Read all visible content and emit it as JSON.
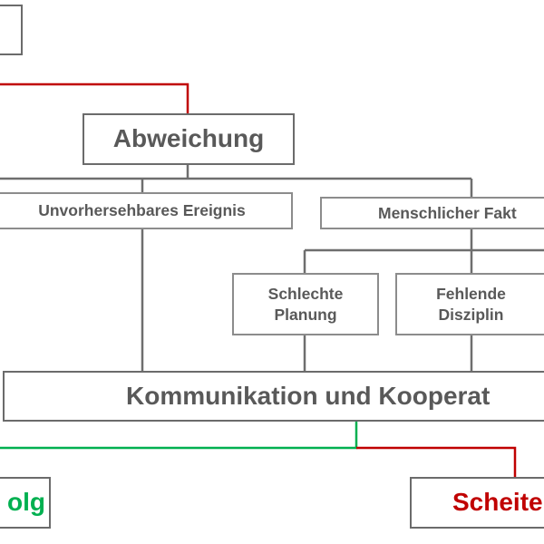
{
  "nodes": {
    "top_partial": {
      "label": ""
    },
    "abweichung": {
      "label": "Abweichung"
    },
    "unvorhersehbares_ereignis": {
      "label": "Unvorhersehbares Ereignis"
    },
    "menschlicher_faktor": {
      "label": "Menschlicher Fakt"
    },
    "schlechte_planung": {
      "line1": "Schlechte",
      "line2": "Planung"
    },
    "fehlende_disziplin": {
      "line1": "Fehlende",
      "line2": "Disziplin"
    },
    "kommunikation": {
      "label": "Kommunikation und Kooperat"
    },
    "erfolg": {
      "label": "olg"
    },
    "scheitern": {
      "label": "Scheite"
    }
  },
  "colors": {
    "line_gray": "#6e6e6e",
    "line_red": "#c00000",
    "line_green": "#00b050",
    "text_gray": "#595959",
    "text_green": "#00b050",
    "text_red": "#c00000"
  }
}
